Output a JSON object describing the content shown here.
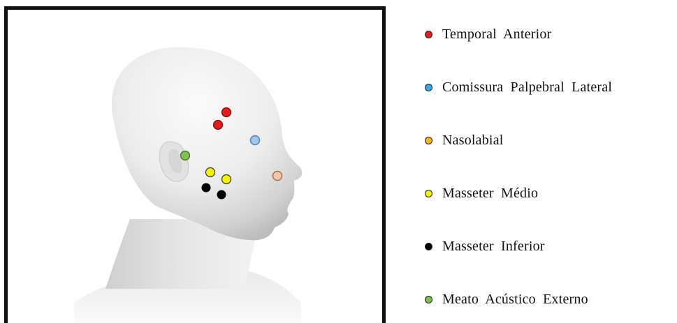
{
  "legend": [
    {
      "label": "Temporal  Anterior",
      "color": "#e11d1d",
      "icon": "red-dot"
    },
    {
      "label": "Comissura  Palpebral  Lateral",
      "color": "#3ba7e6",
      "icon": "blue-dot"
    },
    {
      "label": "Nasolabial",
      "color": "#f7b51c",
      "icon": "orange-dot"
    },
    {
      "label": "Masseter  Médio",
      "color": "#f5f200",
      "icon": "yellow-dot"
    },
    {
      "label": "Masseter  Inferior",
      "color": "#000000",
      "icon": "black-dot"
    },
    {
      "label": "Meato  Acústico  Externo",
      "color": "#7dc14e",
      "icon": "green-dot"
    }
  ],
  "markers": {
    "temporal_anterior": {
      "color": "#e11d1d",
      "count": 2
    },
    "comissura_palpebral_lateral": {
      "color": "#9ec8ee",
      "count": 1
    },
    "nasolabial": {
      "color": "#f2c6a8",
      "count": 1
    },
    "masseter_medio": {
      "color": "#f5f200",
      "count": 2
    },
    "masseter_inferior": {
      "color": "#000000",
      "count": 2
    },
    "meato_acustico_externo": {
      "color": "#7dc14e",
      "count": 1
    }
  }
}
